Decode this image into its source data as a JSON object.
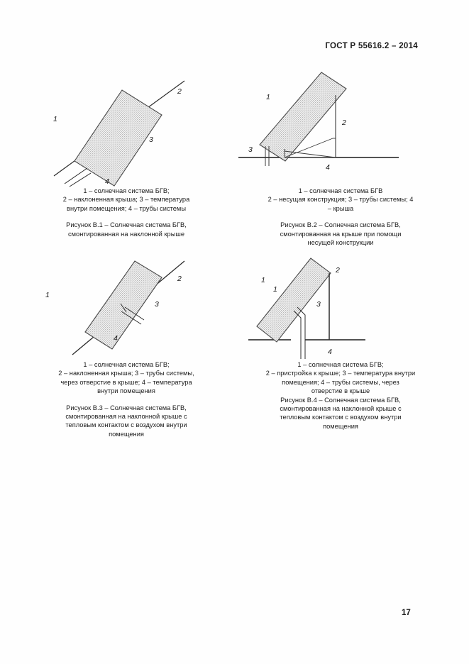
{
  "document": {
    "header": "ГОСТ Р 55616.2 – 2014",
    "page_number": "17"
  },
  "figures": [
    {
      "id": "B.1",
      "legend_lines": [
        "1 – солнечная система БГВ;",
        "2 – наклоненная крыша; 3 – температура",
        "внутри помещения; 4 – трубы системы"
      ],
      "caption_lines": [
        "Рисунок В.1 – Солнечная система БГВ,",
        "смонтированная на наклонной крыше"
      ],
      "callouts": [
        "1",
        "2",
        "3",
        "4"
      ]
    },
    {
      "id": "B.2",
      "legend_lines": [
        "1 – солнечная система БГВ",
        "2 – несущая конструкция; 3 – трубы системы; 4",
        "– крыша"
      ],
      "caption_lines": [
        "Рисунок В.2 – Солнечная система БГВ,",
        "смонтированная на крыше при помощи",
        "несущей конструкции"
      ],
      "callouts": [
        "1",
        "2",
        "3",
        "4"
      ]
    },
    {
      "id": "B.3",
      "legend_lines": [
        "1 – солнечная система БГВ;",
        "2 – наклоненная крыша; 3 – трубы системы,",
        "через отверстие в крыше; 4 – температура",
        "внутри помещения"
      ],
      "caption_lines": [
        "Рисунок В.3 – Солнечная система БГВ,",
        "смонтированная на наклонной крыше с",
        "тепловым контактом с воздухом внутри",
        "помещения"
      ],
      "callouts": [
        "1",
        "2",
        "3",
        "4"
      ]
    },
    {
      "id": "B.4",
      "legend_lines": [
        "1 – солнечная система БГВ;",
        "2 – пристройка к крыше; 3 – температура внутри",
        "помещения; 4 – трубы системы, через",
        "отверстие в крыше"
      ],
      "caption_lines": [
        "Рисунок В.4 – Солнечная система БГВ,",
        "смонтированная на наклонной крыше с",
        "тепловым контактом с воздухом внутри",
        "помещения"
      ],
      "callouts": [
        "1",
        "1",
        "2",
        "3",
        "4"
      ]
    }
  ]
}
